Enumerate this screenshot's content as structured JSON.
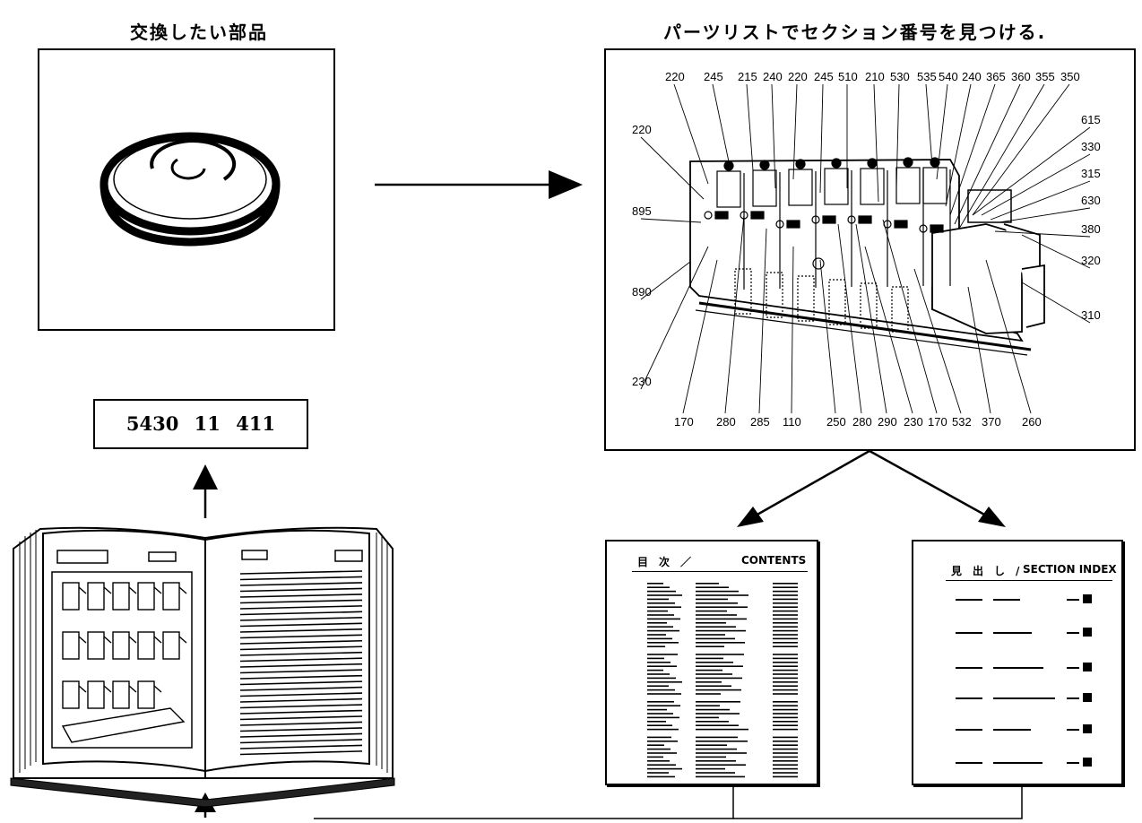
{
  "left_title": "交換したい部品",
  "right_title": "パーツリストでセクション番号を見つける.",
  "part_number": "5430 11 411",
  "callouts_top": [
    "220",
    "245",
    "215",
    "240",
    "220",
    "245",
    "510",
    "210",
    "530",
    "535",
    "540",
    "240",
    "365",
    "360",
    "355",
    "350"
  ],
  "callouts_right": [
    "615",
    "330",
    "315",
    "630",
    "380",
    "320",
    "310"
  ],
  "callouts_left": [
    "220",
    "895",
    "890",
    "230"
  ],
  "callouts_bottom": [
    "170",
    "280",
    "285",
    "110",
    "250",
    "280",
    "290",
    "230",
    "170",
    "532",
    "370",
    "260"
  ],
  "contents_page": {
    "header_jp": "目　次　／",
    "header_en": "CONTENTS"
  },
  "index_page": {
    "header_jp": "見　出　し　/",
    "header_en": "SECTION INDEX"
  }
}
